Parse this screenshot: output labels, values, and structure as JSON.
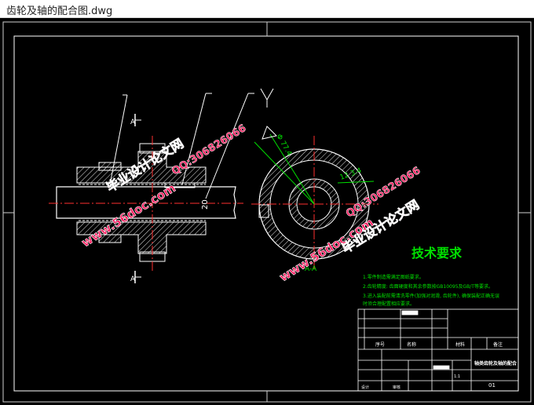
{
  "window": {
    "title": "齿轮及轴的配合图.dwg"
  },
  "colors": {
    "canvas": "#000000",
    "frame": "#ffffff",
    "part": "#ff2020",
    "center": "#ff3030",
    "dim": "#00e000",
    "hatch": "#ffffff"
  },
  "drawing": {
    "section_label_top": "A",
    "section_label_bottom": "A",
    "view_label": "A-A",
    "roughness_top": "",
    "dimension_shaft": "20",
    "dimension_angle_a": "Φ 77.4",
    "dimension_angle_b": "12 3.4",
    "tech_title": "技术要求",
    "tech_notes": [
      "1.零件制造需满足图纸要求。",
      "2.齿轮精度: 齿面硬度和其余参数按GB10095及GB/T等要求。",
      "3.进入装配前需清洗零件(加强对润滑, 齿轮件), 确保装配正确无误",
      "   时须合理配置相应要求。"
    ]
  },
  "title_block": {
    "drawing_name": "轴类齿轮及轴的配合",
    "scale": "1:1",
    "sheet": "01",
    "headers": [
      "序号",
      "名称",
      "材料",
      "备注"
    ],
    "labels": [
      "设计",
      "审核"
    ]
  },
  "watermarks": [
    {
      "text": "毕业设计论文网"
    },
    {
      "text": "QQ:306826066"
    },
    {
      "text": "www.56doc.com"
    },
    {
      "text": "www.56doc.com"
    },
    {
      "text": "QQ:306826066"
    },
    {
      "text": "毕业设计论文网"
    }
  ]
}
